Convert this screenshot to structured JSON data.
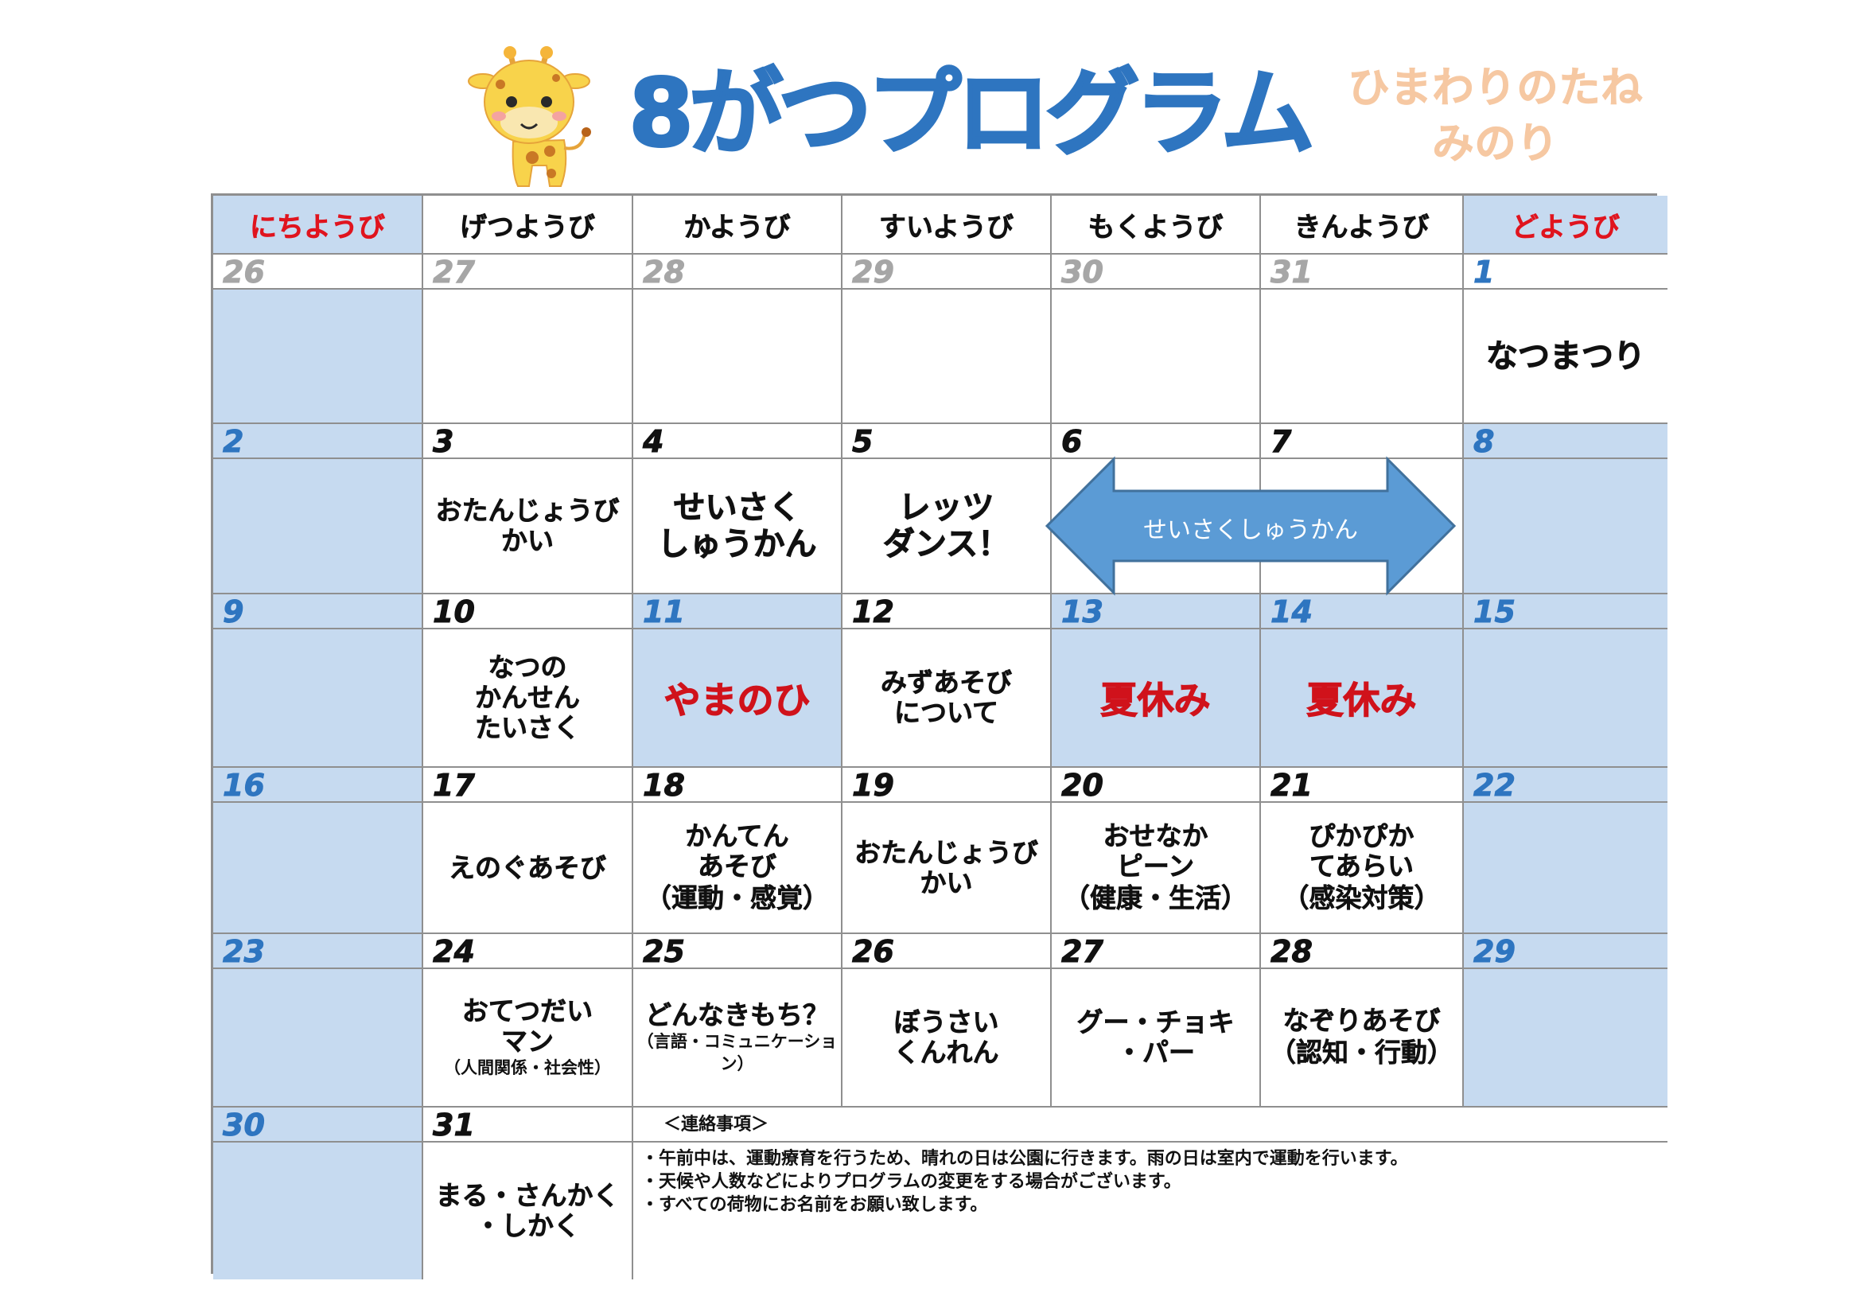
{
  "header": {
    "title": "8がつプログラム",
    "brand_line1": "ひまわりのたね",
    "brand_line2": "みのり"
  },
  "weekdays": [
    "にちようび",
    "げつようび",
    "かようび",
    "すいようび",
    "もくようび",
    "きんようび",
    "どようび"
  ],
  "week1": {
    "dates": [
      "26",
      "27",
      "28",
      "29",
      "30",
      "31",
      "1"
    ],
    "sat_event": "なつまつり"
  },
  "week2": {
    "dates": [
      "2",
      "3",
      "4",
      "5",
      "6",
      "7",
      "8"
    ],
    "mon_event": [
      "おたんじょうび",
      "かい"
    ],
    "tue_event": [
      "せいさく",
      "しゅうかん"
    ],
    "wed_event": [
      "レッツ",
      "ダンス！"
    ],
    "arrow_label": "せいさくしゅうかん"
  },
  "week3": {
    "dates": [
      "9",
      "10",
      "11",
      "12",
      "13",
      "14",
      "15"
    ],
    "mon_event": [
      "なつの",
      "かんせん",
      "たいさく"
    ],
    "tue_event": "やまのひ",
    "wed_event": [
      "みずあそび",
      "について"
    ],
    "thu_event": "夏休み",
    "fri_event": "夏休み"
  },
  "week4": {
    "dates": [
      "16",
      "17",
      "18",
      "19",
      "20",
      "21",
      "22"
    ],
    "mon_event": "えのぐあそび",
    "tue_event": [
      "かんてん",
      "あそび",
      "（運動・感覚）"
    ],
    "wed_event": [
      "おたんじょうび",
      "かい"
    ],
    "thu_event": [
      "おせなか",
      "ピーン",
      "（健康・生活）"
    ],
    "fri_event": [
      "ぴかぴか",
      "てあらい",
      "（感染対策）"
    ]
  },
  "week5": {
    "dates": [
      "23",
      "24",
      "25",
      "26",
      "27",
      "28",
      "29"
    ],
    "mon_event": [
      "おてつだい",
      "マン",
      "（人間関係・社会性）"
    ],
    "tue_event": [
      "どんなきもち？",
      "（言語・コミュニケーション）"
    ],
    "wed_event": [
      "ぼうさい",
      "くんれん"
    ],
    "thu_event": [
      "グー・チョキ",
      "・パー"
    ],
    "fri_event": [
      "なぞりあそび",
      "（認知・行動）"
    ]
  },
  "week6": {
    "dates": [
      "30",
      "31"
    ],
    "mon_event": [
      "まる・さんかく",
      "・しかく"
    ]
  },
  "notes": {
    "heading": "＜連絡事項＞",
    "lines": [
      "・午前中は、運動療育を行うため、晴れの日は公園に行きます。雨の日は室内で運動を行います。",
      "・天候や人数などによりプログラムの変更をする場合がございます。",
      "・すべての荷物にお名前をお願い致します。"
    ]
  },
  "colors": {
    "title_blue": "#2e75c0",
    "weekend_cell": "#c6daf0",
    "weekend_header_red": "#e0141e",
    "holiday_red": "#d0121b",
    "brand_peach": "#f6c8a2",
    "arrow_fill": "#5b9bd5",
    "inactive_date_gray": "#a6a6a6"
  },
  "icons": [
    "giraffe-icon",
    "double-arrow-icon"
  ]
}
